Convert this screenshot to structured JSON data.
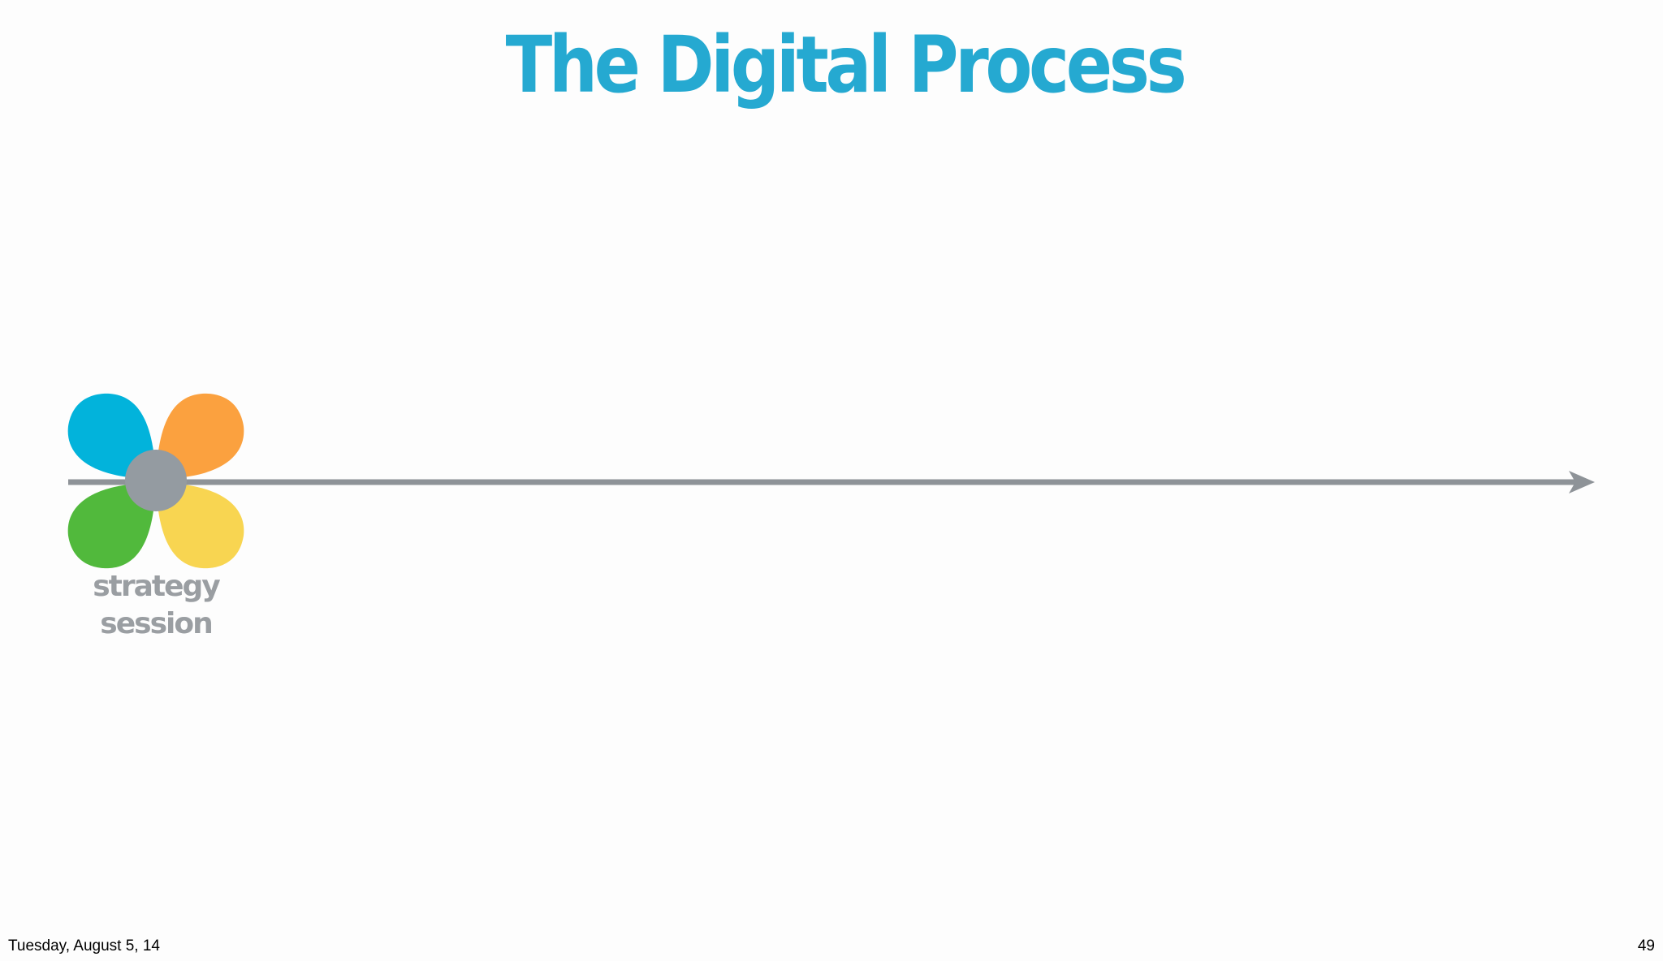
{
  "slide": {
    "title": "The Digital Process",
    "footer_date": "Tuesday, August 5, 14",
    "page_number": "49"
  },
  "timeline": {
    "stage": {
      "label_line1": "strategy",
      "label_line2": "session"
    }
  },
  "colors": {
    "title": "#25a9d1",
    "axis": "#8e9398",
    "label": "#9a9ea2",
    "petal_top_left": "#02b3db",
    "petal_top_right": "#fba13f",
    "petal_bottom_left": "#51b93c",
    "petal_bottom_right": "#f8d551",
    "center": "#949ba1"
  }
}
